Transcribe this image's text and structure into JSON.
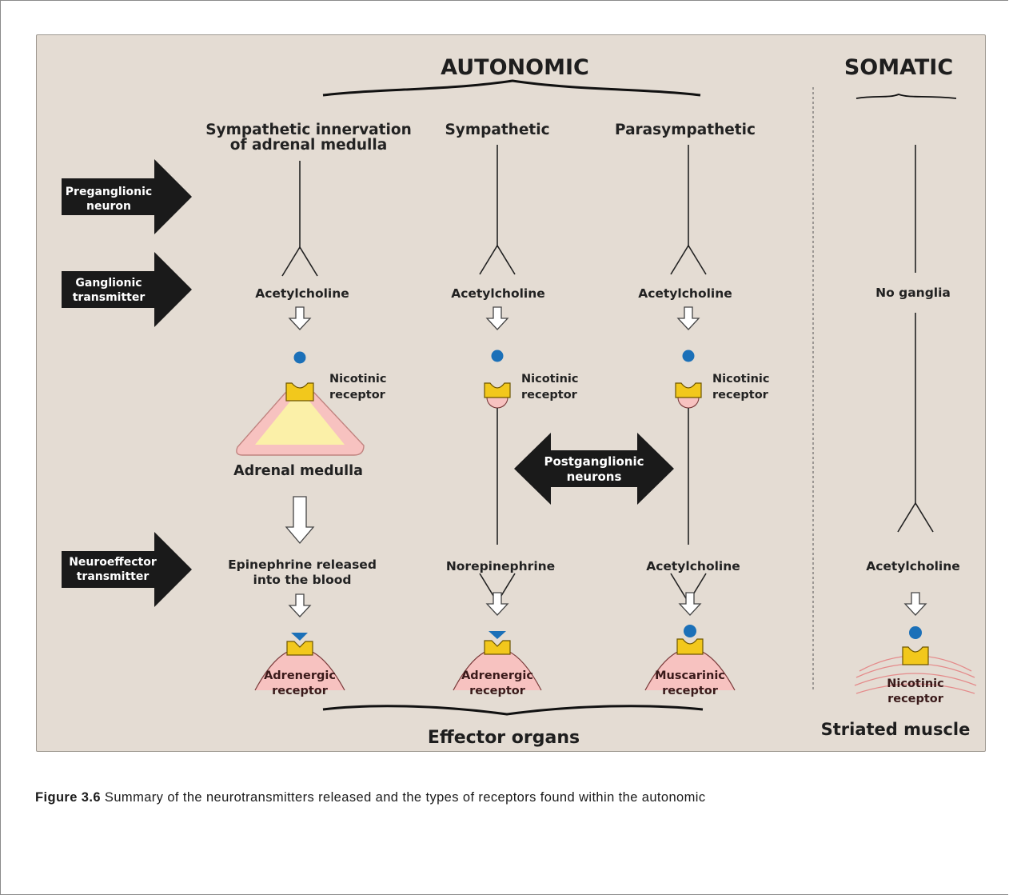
{
  "headings": {
    "autonomic": "AUTONOMIC",
    "somatic": "SOMATIC",
    "effector_organs": "Effector organs",
    "striated_muscle": "Striated muscle"
  },
  "columns": {
    "adrenal": {
      "title_line1": "Sympathetic innervation",
      "title_line2": "of adrenal medulla"
    },
    "sympathetic": {
      "title": "Sympathetic"
    },
    "parasympathetic": {
      "title": "Parasympathetic"
    }
  },
  "side_arrows": {
    "preganglionic": {
      "line1": "Preganglionic",
      "line2": "neuron"
    },
    "ganglionic": {
      "line1": "Ganglionic",
      "line2": "transmitter"
    },
    "neuroeffector": {
      "line1": "Neuroeffector",
      "line2": "transmitter"
    }
  },
  "postganglionic": {
    "line1": "Postganglionic",
    "line2": "neurons"
  },
  "labels": {
    "ach_adrenal": "Acetylcholine",
    "ach_symp": "Acetylcholine",
    "ach_para": "Acetylcholine",
    "no_ganglia": "No ganglia",
    "nic_adrenal_1": "Nicotinic",
    "nic_adrenal_2": "receptor",
    "nic_symp_1": "Nicotinic",
    "nic_symp_2": "receptor",
    "nic_para_1": "Nicotinic",
    "nic_para_2": "receptor",
    "adrenal_medulla": "Adrenal medulla",
    "epi_1": "Epinephrine released",
    "epi_2": "into the blood",
    "norepinephrine": "Norepinephrine",
    "ach_para_effector": "Acetylcholine",
    "ach_somatic": "Acetylcholine",
    "adr1_1": "Adrenergic",
    "adr1_2": "receptor",
    "adr2_1": "Adrenergic",
    "adr2_2": "receptor",
    "musc_1": "Muscarinic",
    "musc_2": "receptor",
    "nic_som_1": "Nicotinic",
    "nic_som_2": "receptor"
  },
  "caption": {
    "label": "Figure 3.6",
    "text": " Summary of the neurotransmitters released and the types of receptors found within the autonomic"
  },
  "colors": {
    "panel": "#e4dcd3",
    "receptor_yellow": "#f2c81c",
    "cell_pink": "#f7c2c0",
    "adrenal_core": "#fbf0a8",
    "transmitter_blue": "#1b70b8",
    "arrow_black": "#1a1a1a"
  }
}
